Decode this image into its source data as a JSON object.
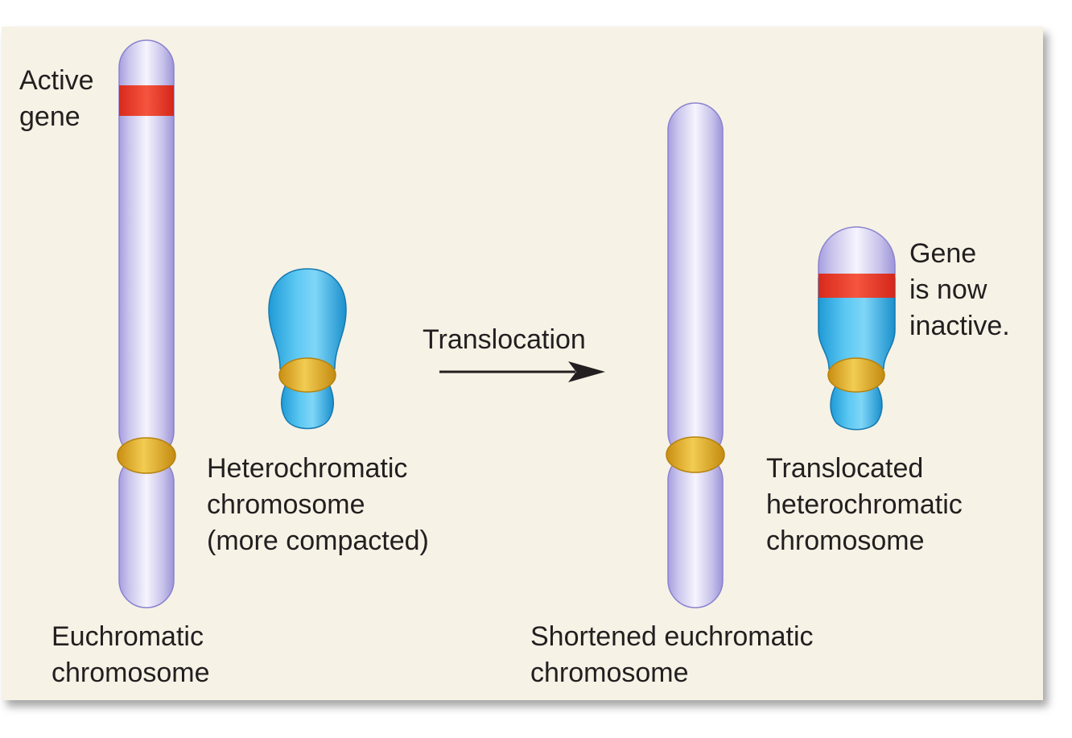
{
  "labels": {
    "active_gene": [
      "Active",
      "gene"
    ],
    "heterochromatic": [
      "Heterochromatic",
      "chromosome",
      "(more compacted)"
    ],
    "translocation": "Translocation",
    "gene_inactive": [
      "Gene",
      "is now",
      "inactive."
    ],
    "translocated": [
      "Translocated",
      "heterochromatic",
      "chromosome"
    ],
    "euchromatic": [
      "Euchromatic",
      "chromosome"
    ],
    "shortened": [
      "Shortened euchromatic",
      "chromosome"
    ]
  },
  "colors": {
    "euchromatin": "#c9c4ec",
    "heterochromatin": "#3fb6ea",
    "centromere": "#e1ad1f",
    "gene_band": "#ee3a2a",
    "background": "#f6f2e6"
  }
}
